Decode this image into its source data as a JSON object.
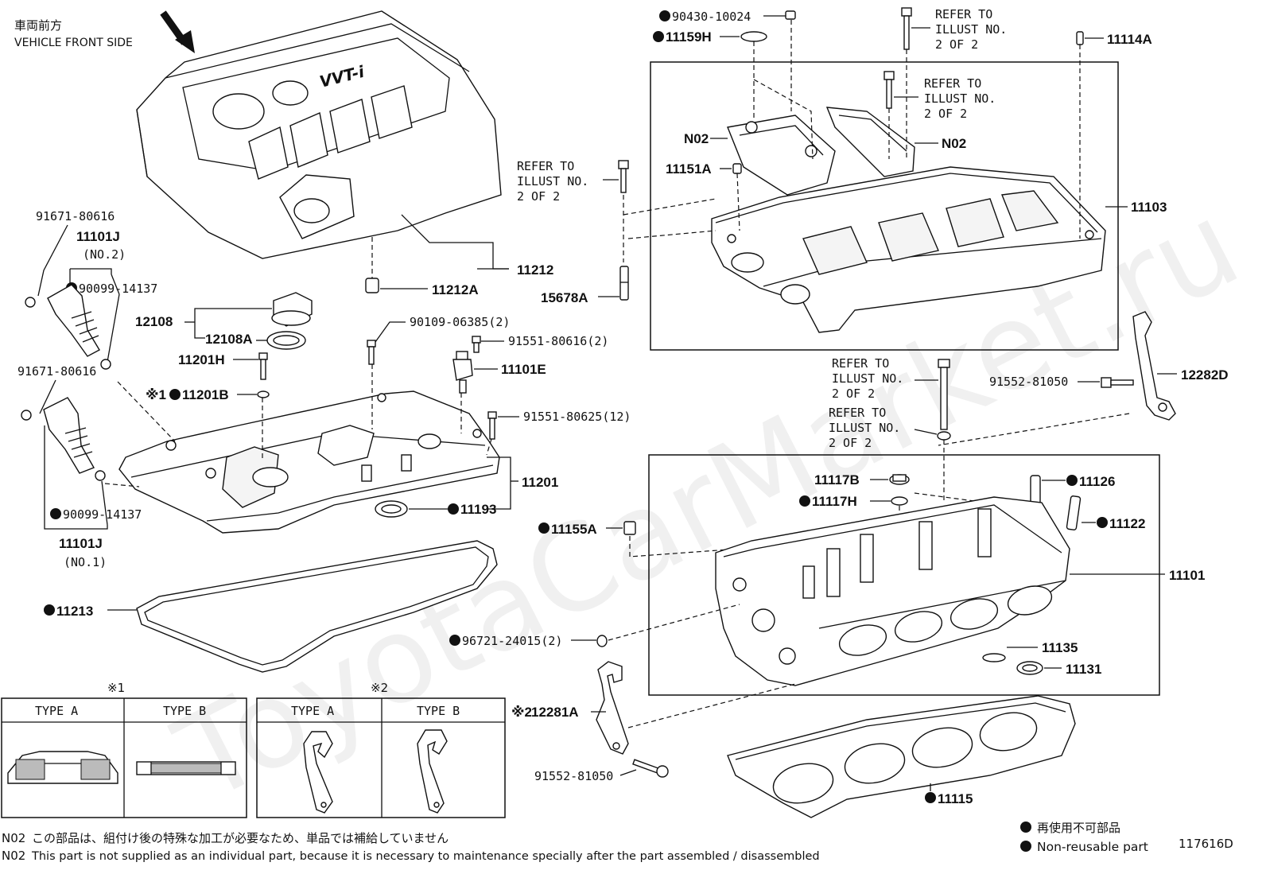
{
  "header": {
    "vehicle_front_jp": "車両前方",
    "vehicle_front_en": "VEHICLE FRONT SIDE"
  },
  "watermark": "ToyotaCarMarket.ru",
  "labels": {
    "p11212": "11212",
    "p11212A": "11212A",
    "p12108": "12108",
    "p12108A": "12108A",
    "p11201H": "11201H",
    "p11201B_mark": "※1",
    "p11201B": "11201B",
    "p90109": "90109-06385(2)",
    "p91551a": "91551-80616(2)",
    "p11101E": "11101E",
    "p91551b": "91551-80625(12)",
    "p11201": "11201",
    "p11193": "11193",
    "p11213": "11213",
    "p91671a": "91671-80616",
    "p11101J_a": "11101J",
    "p11101J_a_sub": "(NO.2)",
    "p90099a": "90099-14137",
    "p91671b": "91671-80616",
    "p90099b": "90099-14137",
    "p11101J_b": "11101J",
    "p11101J_b_sub": "(NO.1)",
    "p90430": "90430-10024",
    "p11159H": "11159H",
    "p11114A": "11114A",
    "refer1_l1": "REFER TO",
    "refer1_l2": "ILLUST NO.",
    "refer1_l3": "2 OF 2",
    "refer2_l1": "REFER TO",
    "refer2_l2": "ILLUST NO.",
    "refer2_l3": "2 OF 2",
    "refer3_l1": "REFER TO",
    "refer3_l2": "ILLUST NO.",
    "refer3_l3": "2 OF 2",
    "refer4_l1": "REFER TO",
    "refer4_l2": "ILLUST NO.",
    "refer4_l3": "2 OF 2",
    "refer5_l1": "REFER TO",
    "refer5_l2": "ILLUST NO.",
    "refer5_l3": "2 OF 2",
    "pN02a": "N02",
    "pN02b": "N02",
    "p11151A": "11151A",
    "p11103": "11103",
    "p15678A": "15678A",
    "p91552a": "91552-81050",
    "p12282D": "12282D",
    "p11117B": "11117B",
    "p11117H": "11117H",
    "p11126": "11126",
    "p11122": "11122",
    "p11155A": "11155A",
    "p11101": "11101",
    "p96721": "96721-24015(2)",
    "p11135": "11135",
    "p11131": "11131",
    "p12281A_mark": "※2",
    "p12281A": "12281A",
    "p91552b": "91552-81050",
    "p11115": "11115"
  },
  "tables": {
    "t1_mark": "※1",
    "t1_typeA": "TYPE A",
    "t1_typeB": "TYPE B",
    "t2_mark": "※2",
    "t2_typeA": "TYPE A",
    "t2_typeB": "TYPE B"
  },
  "notes": {
    "n02_jp_code": "N02",
    "n02_jp": "この部品は、組付け後の特殊な加工が必要なため、単品では補給していません",
    "n02_en_code": "N02",
    "n02_en": "This part is not supplied as an individual part, because it is necessary to maintenance specially after the part assembled / disassembled"
  },
  "legend": {
    "jp": "再使用不可部品",
    "en": "Non-reusable part",
    "diagram_id": "117616D"
  }
}
